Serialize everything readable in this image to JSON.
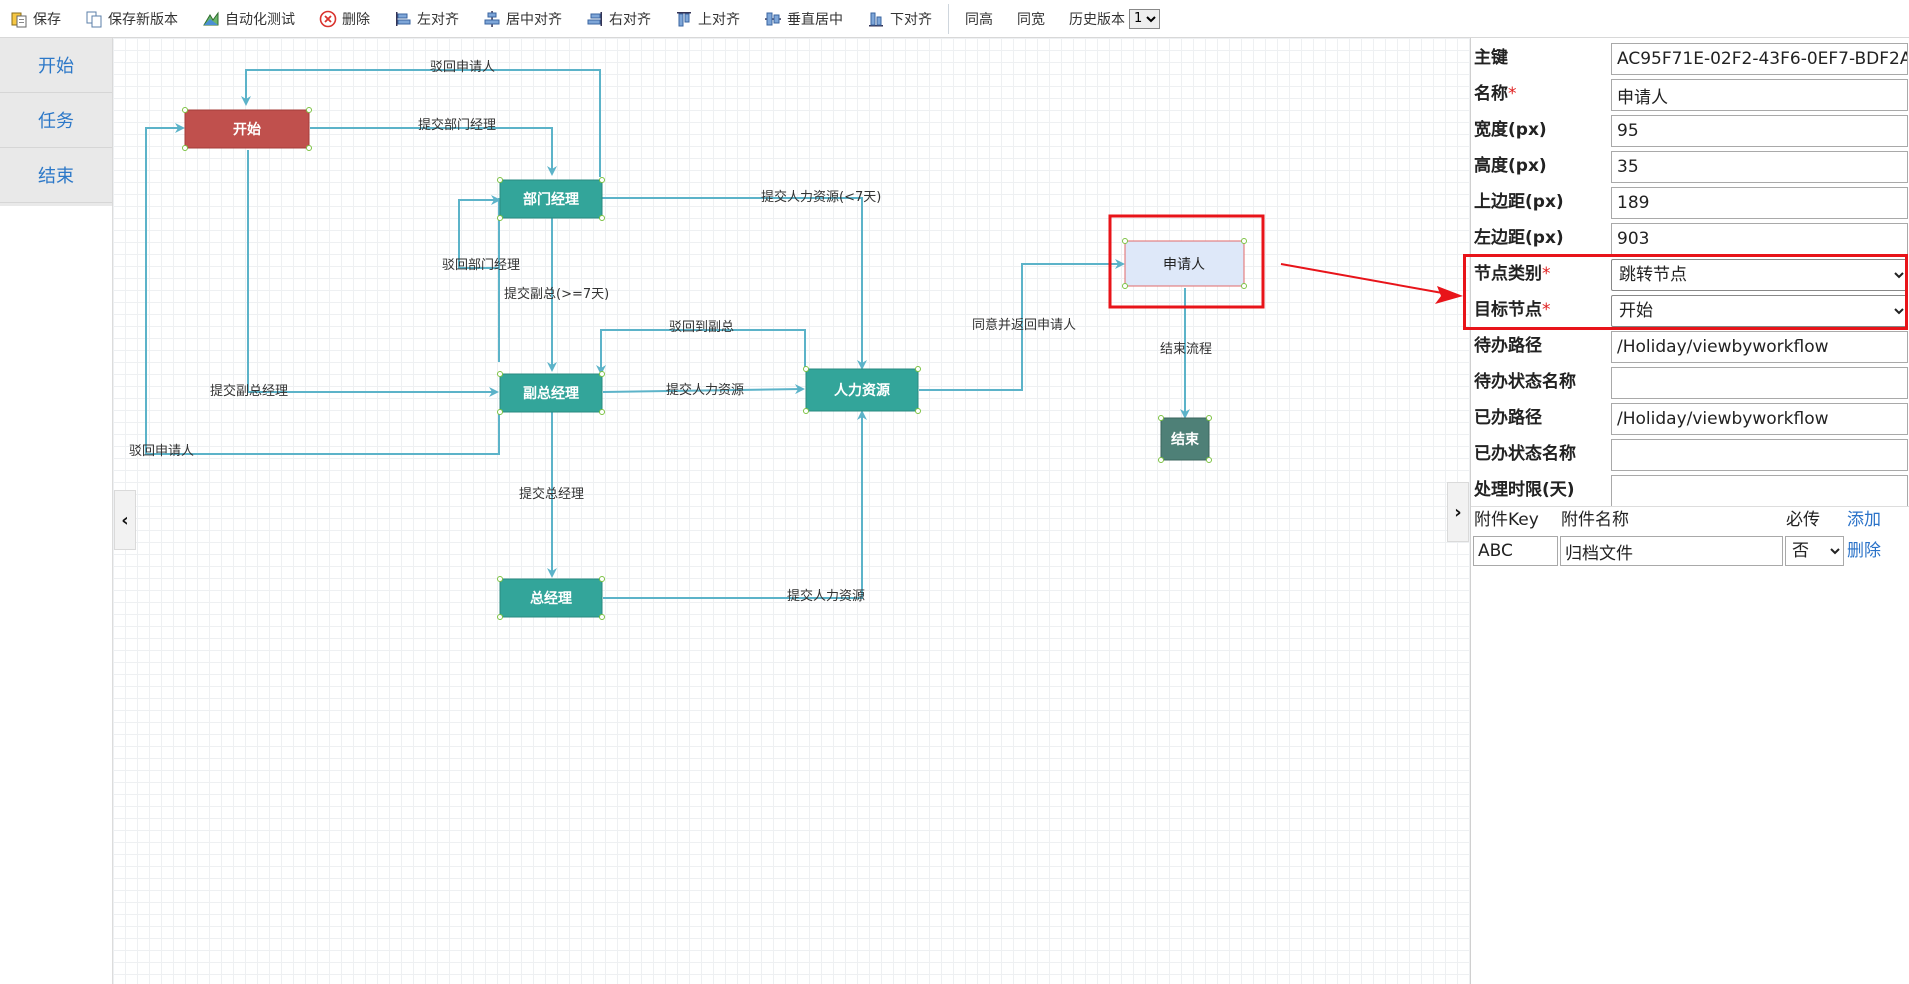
{
  "toolbar": {
    "save": "保存",
    "save_new_version": "保存新版本",
    "auto_test": "自动化测试",
    "delete": "删除",
    "align_left": "左对齐",
    "align_center": "居中对齐",
    "align_right": "右对齐",
    "align_top": "上对齐",
    "align_middle": "垂直居中",
    "align_bottom": "下对齐",
    "same_height": "同高",
    "same_width": "同宽",
    "history_label": "历史版本",
    "history_value": "1"
  },
  "sidenav": {
    "items": [
      "开始",
      "任务",
      "结束"
    ]
  },
  "flow": {
    "nodes": {
      "start": "开始",
      "dept_manager": "部门经理",
      "vp": "副总经理",
      "hr": "人力资源",
      "gm": "总经理",
      "applicant": "申请人",
      "end": "结束"
    },
    "edges": {
      "reject_applicant_top": "驳回申请人",
      "submit_dept_manager": "提交部门经理",
      "submit_hr_lt7": "提交人力资源(<7天)",
      "reject_dept_manager": "驳回部门经理",
      "submit_vp_ge7": "提交副总(>=7天)",
      "reject_to_vp": "驳回到副总",
      "submit_vp": "提交副总经理",
      "submit_hr": "提交人力资源",
      "reject_applicant_bottom": "驳回申请人",
      "submit_gm": "提交总经理",
      "submit_hr_gm": "提交人力资源",
      "approve_return_applicant": "同意并返回申请人",
      "end_flow": "结束流程"
    }
  },
  "props": {
    "id_label": "主键",
    "id_value": "AC95F71E-02F2-43F6-0EF7-BDF2A",
    "name_label": "名称",
    "name_value": "申请人",
    "width_label": "宽度(px)",
    "width_value": "95",
    "height_label": "高度(px)",
    "height_value": "35",
    "top_label": "上边距(px)",
    "top_value": "189",
    "left_label": "左边距(px)",
    "left_value": "903",
    "node_type_label": "节点类别",
    "node_type_value": "跳转节点",
    "target_node_label": "目标节点",
    "target_node_value": "开始",
    "todo_path_label": "待办路径",
    "todo_path_value": "/Holiday/viewbyworkflow",
    "todo_status_label": "待办状态名称",
    "todo_status_value": "",
    "done_path_label": "已办路径",
    "done_path_value": "/Holiday/viewbyworkflow",
    "done_status_label": "已办状态名称",
    "done_status_value": "",
    "deadline_label": "处理时限(天)",
    "deadline_value": "",
    "required_mark": "*"
  },
  "attachments": {
    "col_key": "附件Key",
    "col_name": "附件名称",
    "col_required": "必传",
    "add_link": "添加",
    "rows": [
      {
        "key": "ABC",
        "name": "归档文件",
        "required": "否",
        "delete": "删除"
      }
    ]
  },
  "colors": {
    "start_node": "#c0504d",
    "task_node": "#33a59a",
    "end_node": "#4e8077",
    "applicant_node": "#dee8f9",
    "edge": "#5cb3c9",
    "highlight": "#e8141a",
    "link": "#2a72c8"
  }
}
